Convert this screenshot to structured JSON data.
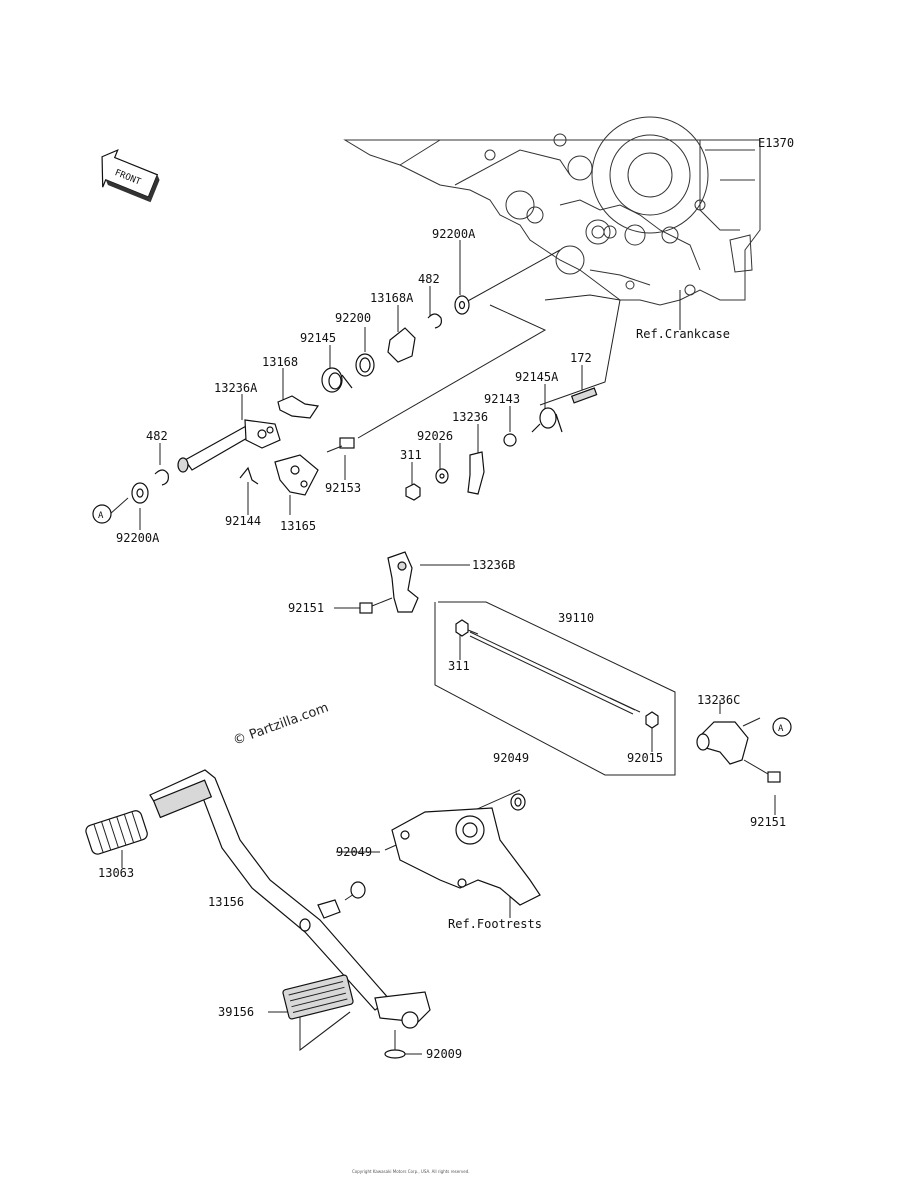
{
  "diagram_code": "E1370",
  "front_label": "FRONT",
  "watermark": "© Partzilla.com",
  "refs": {
    "crankcase": "Ref.Crankcase",
    "footrests": "Ref.Footrests"
  },
  "markers": {
    "a1": "A",
    "a2": "A"
  },
  "parts": {
    "p92200A_top": "92200A",
    "p482_top": "482",
    "p13168A": "13168A",
    "p92200": "92200",
    "p92145": "92145",
    "p13168": "13168",
    "p13236A": "13236A",
    "p482_left": "482",
    "p92200A_left": "92200A",
    "p92144": "92144",
    "p13165": "13165",
    "p92153": "92153",
    "p311_top": "311",
    "p92026": "92026",
    "p13236": "13236",
    "p92143": "92143",
    "p92145A": "92145A",
    "p172": "172",
    "p13236B": "13236B",
    "p92151_left": "92151",
    "p39110": "39110",
    "p311_mid": "311",
    "p13236C": "13236C",
    "p92015": "92015",
    "p92049_mid": "92049",
    "p92151_right": "92151",
    "p13063": "13063",
    "p92049_low": "92049",
    "p13156": "13156",
    "p39156": "39156",
    "p92009": "92009"
  },
  "footer": "Copyright Kawasaki Motors Corp., USA. All rights reserved."
}
